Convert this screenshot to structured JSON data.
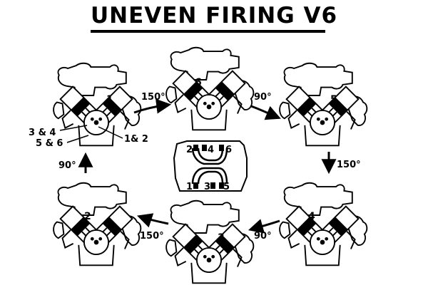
{
  "title": "UNEVEN FIRING V6",
  "engines": [
    {
      "id": "top-left",
      "firing_cylinder": "1"
    },
    {
      "id": "top-center",
      "firing_cylinder": "6"
    },
    {
      "id": "top-right",
      "firing_cylinder": "5"
    },
    {
      "id": "bottom-right",
      "firing_cylinder": "4"
    },
    {
      "id": "bottom-center",
      "firing_cylinder": "3"
    },
    {
      "id": "bottom-left",
      "firing_cylinder": "2"
    }
  ],
  "rotation_angles": [
    {
      "from": "top-left",
      "to": "top-center",
      "label": "150°"
    },
    {
      "from": "top-center",
      "to": "top-right",
      "label": "90°"
    },
    {
      "from": "top-right",
      "to": "bottom-right",
      "label": "150°"
    },
    {
      "from": "bottom-right",
      "to": "bottom-center",
      "label": "90°"
    },
    {
      "from": "bottom-center",
      "to": "bottom-left",
      "label": "150°"
    },
    {
      "from": "bottom-left",
      "to": "top-left",
      "label": "90°"
    }
  ],
  "crank_key": {
    "label_34": "3 & 4",
    "label_56": "5 & 6",
    "label_12": "1& 2"
  },
  "crankshaft_plan": {
    "top_labels": [
      "2",
      "4",
      "6"
    ],
    "bottom_labels": [
      "1",
      "3",
      "5"
    ]
  }
}
